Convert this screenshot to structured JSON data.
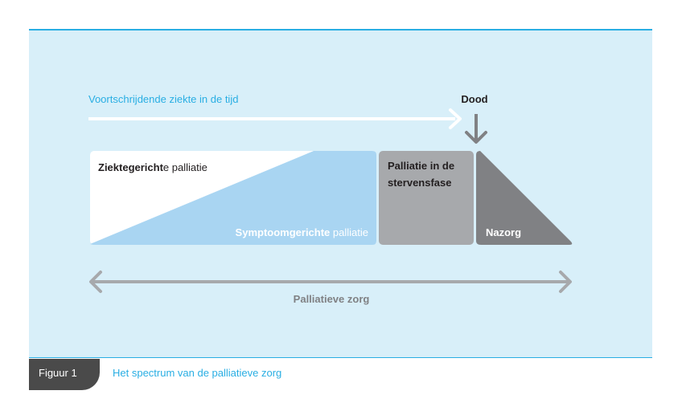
{
  "flow": {
    "progression_label": "Voortschrijdende ziekte in de tijd",
    "death_label": "Dood"
  },
  "phases": {
    "disease_directed": {
      "bold": "Ziektegericht",
      "rest": "e palliatie"
    },
    "symptom_directed": {
      "bold": "Symptoomgerichte",
      "rest": " palliatie"
    },
    "dying_phase": {
      "line1": "Palliatie in de",
      "line2": "stervensfase"
    },
    "aftercare": "Nazorg"
  },
  "span_label": "Palliatieve zorg",
  "caption": {
    "figure_label": "Figuur 1",
    "text": "Het spectrum van de palliatieve zorg"
  },
  "colors": {
    "panel_bg": "#d8eff9",
    "accent_blue": "#29aee3",
    "symptom_fill": "#a9d5f2",
    "dying_fill": "#a7a9ac",
    "aftercare_fill": "#808184",
    "arrow_white": "#ffffff",
    "span_arrow": "#a7a9ac",
    "death_arrow": "#808184",
    "caption_tab": "#4a4a4a"
  }
}
